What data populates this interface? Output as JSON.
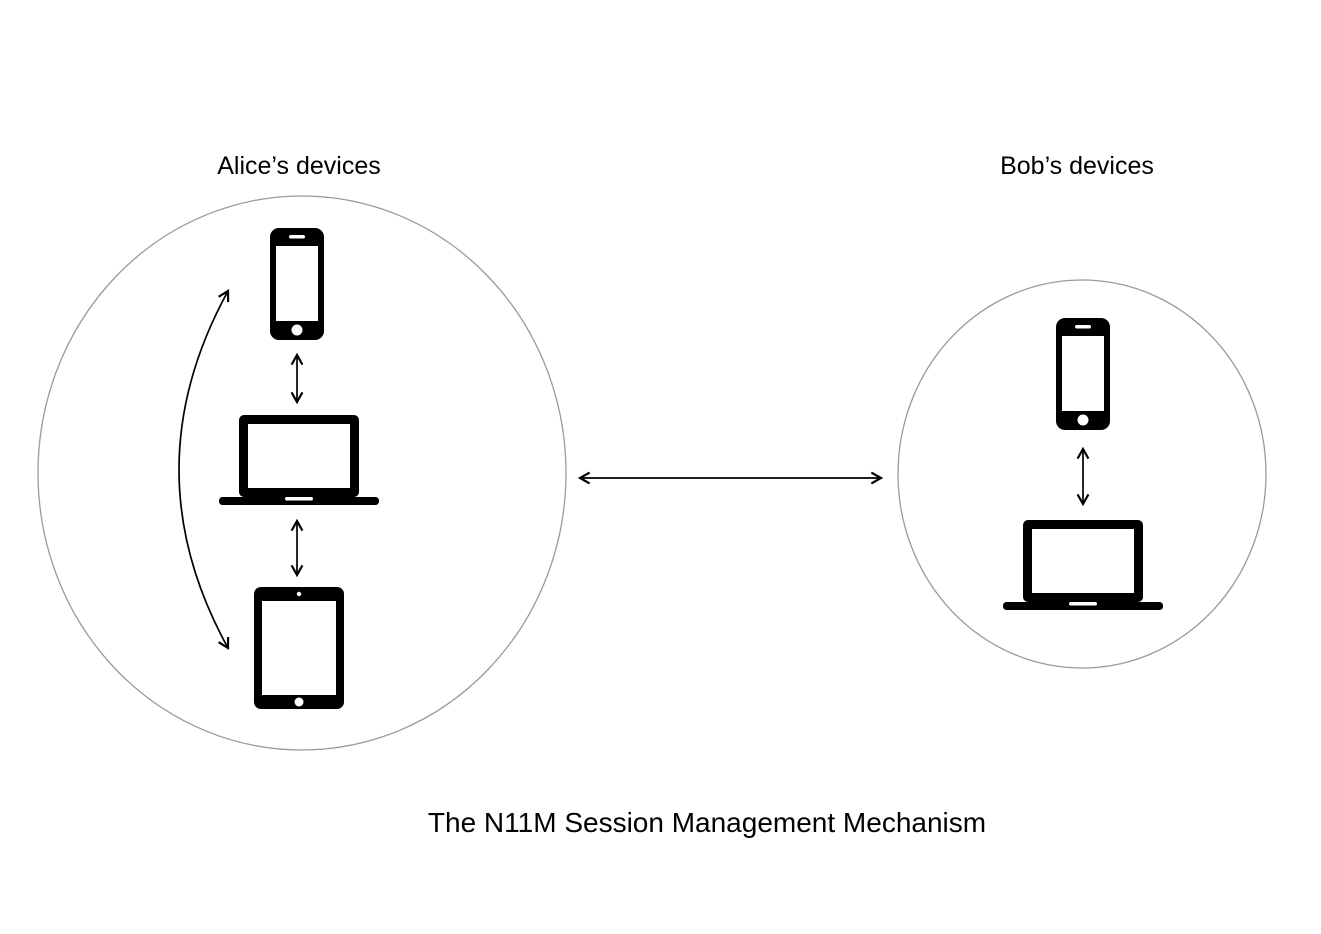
{
  "diagram": {
    "title": "The N11M Session Management Mechanism",
    "alice": {
      "label": "Alice’s devices",
      "devices": [
        "smartphone",
        "laptop",
        "tablet"
      ]
    },
    "bob": {
      "label": "Bob’s devices",
      "devices": [
        "smartphone",
        "laptop"
      ]
    },
    "connections": [
      {
        "from": "alice-smartphone",
        "to": "alice-laptop",
        "type": "bidirectional"
      },
      {
        "from": "alice-laptop",
        "to": "alice-tablet",
        "type": "bidirectional"
      },
      {
        "from": "alice-smartphone",
        "to": "alice-tablet",
        "type": "bidirectional-curved"
      },
      {
        "from": "bob-smartphone",
        "to": "bob-laptop",
        "type": "bidirectional"
      },
      {
        "from": "alice-devices",
        "to": "bob-devices",
        "type": "bidirectional"
      }
    ],
    "colors": {
      "device": "#000000",
      "boundary": "#9a9a9a",
      "arrow": "#000000",
      "background": "#ffffff"
    }
  }
}
